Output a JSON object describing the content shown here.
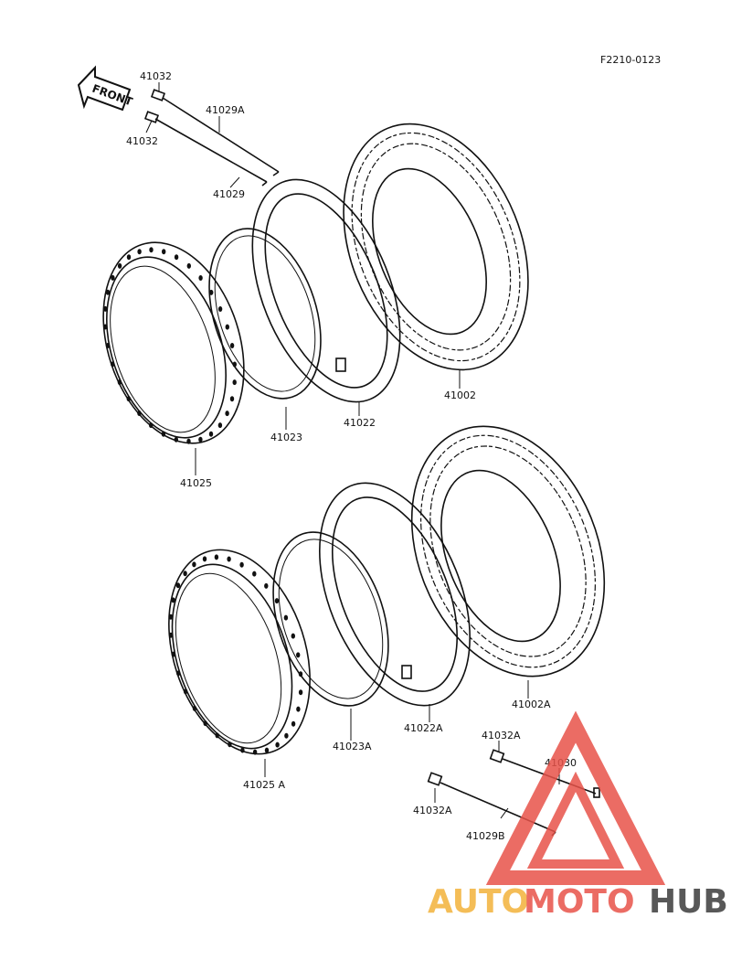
{
  "diagram": {
    "reference_code": "F2210-0123",
    "front_label": "FRONT",
    "parts": [
      {
        "id": "41032_a",
        "label": "41032"
      },
      {
        "id": "41029A",
        "label": "41029A"
      },
      {
        "id": "41032_b",
        "label": "41032"
      },
      {
        "id": "41029",
        "label": "41029"
      },
      {
        "id": "41002",
        "label": "41002"
      },
      {
        "id": "41022",
        "label": "41022"
      },
      {
        "id": "41023",
        "label": "41023"
      },
      {
        "id": "41025",
        "label": "41025"
      },
      {
        "id": "41002A",
        "label": "41002A"
      },
      {
        "id": "41022A",
        "label": "41022A"
      },
      {
        "id": "41023A",
        "label": "41023A"
      },
      {
        "id": "41025A",
        "label": "41025 A"
      },
      {
        "id": "41032A_a",
        "label": "41032A"
      },
      {
        "id": "41030",
        "label": "41030"
      },
      {
        "id": "41032A_b",
        "label": "41032A"
      },
      {
        "id": "41029B",
        "label": "41029B"
      }
    ]
  },
  "watermark": {
    "text_auto": "AUTO",
    "text_moto": "MOTO",
    "text_hub": "HUB",
    "color_primary": "#e8534a",
    "color_secondary": "#f3b23a",
    "color_dark": "#3c3c3c"
  }
}
